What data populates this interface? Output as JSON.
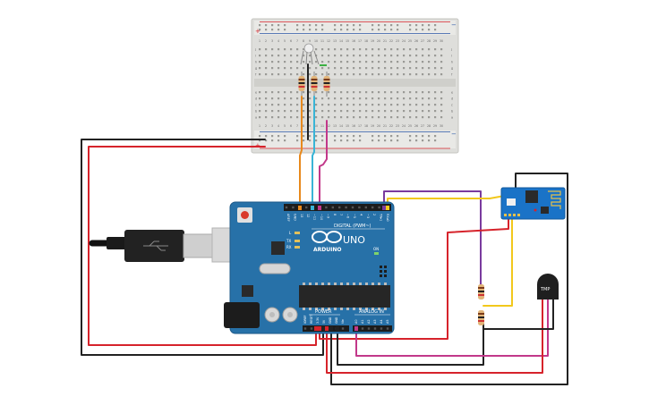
{
  "breadboard": {
    "column_numbers": [
      "1",
      "2",
      "3",
      "4",
      "5",
      "6",
      "7",
      "8",
      "9",
      "10",
      "11",
      "12",
      "13",
      "14",
      "15",
      "16",
      "17",
      "18",
      "19",
      "20",
      "21",
      "22",
      "23",
      "24",
      "25",
      "26",
      "27",
      "28",
      "29",
      "30"
    ],
    "row_letters_top": [
      "j",
      "i",
      "h",
      "g",
      "f"
    ],
    "row_letters_bottom": [
      "e",
      "d",
      "c",
      "b",
      "a"
    ],
    "rail_plus": "+",
    "rail_minus": "−"
  },
  "arduino": {
    "logo_text": "ARDUINO",
    "model": "UNO",
    "digital_label": "DIGITAL (PWM~)",
    "power_label": "POWER",
    "analog_label": "ANALOG IN",
    "top_pin_labels": [
      "AREF",
      "GND",
      "13",
      "12",
      "~11",
      "~10",
      "~9",
      "8",
      "7",
      "~6",
      "~5",
      "4",
      "~3",
      "2",
      "TX▸1",
      "RX◂0"
    ],
    "power_pin_labels": [
      "IOREF",
      "RESET",
      "3.3V",
      "5V",
      "GND",
      "GND",
      "Vin"
    ],
    "analog_pin_labels": [
      "A0",
      "A1",
      "A2",
      "A3",
      "A4",
      "A5"
    ],
    "led_labels": [
      "L",
      "TX",
      "RX"
    ],
    "on_label": "ON"
  },
  "sensor": {
    "label": "TMP"
  },
  "colors": {
    "wire_black": "#222222",
    "wire_red": "#d6232b",
    "wire_orange": "#e8891c",
    "wire_cyan": "#39b4d6",
    "wire_magenta": "#c2388a",
    "wire_purple": "#7a3b9e",
    "wire_yellow": "#f2c81c",
    "board_blue": "#2771a8",
    "esp_blue": "#1a73c7"
  }
}
